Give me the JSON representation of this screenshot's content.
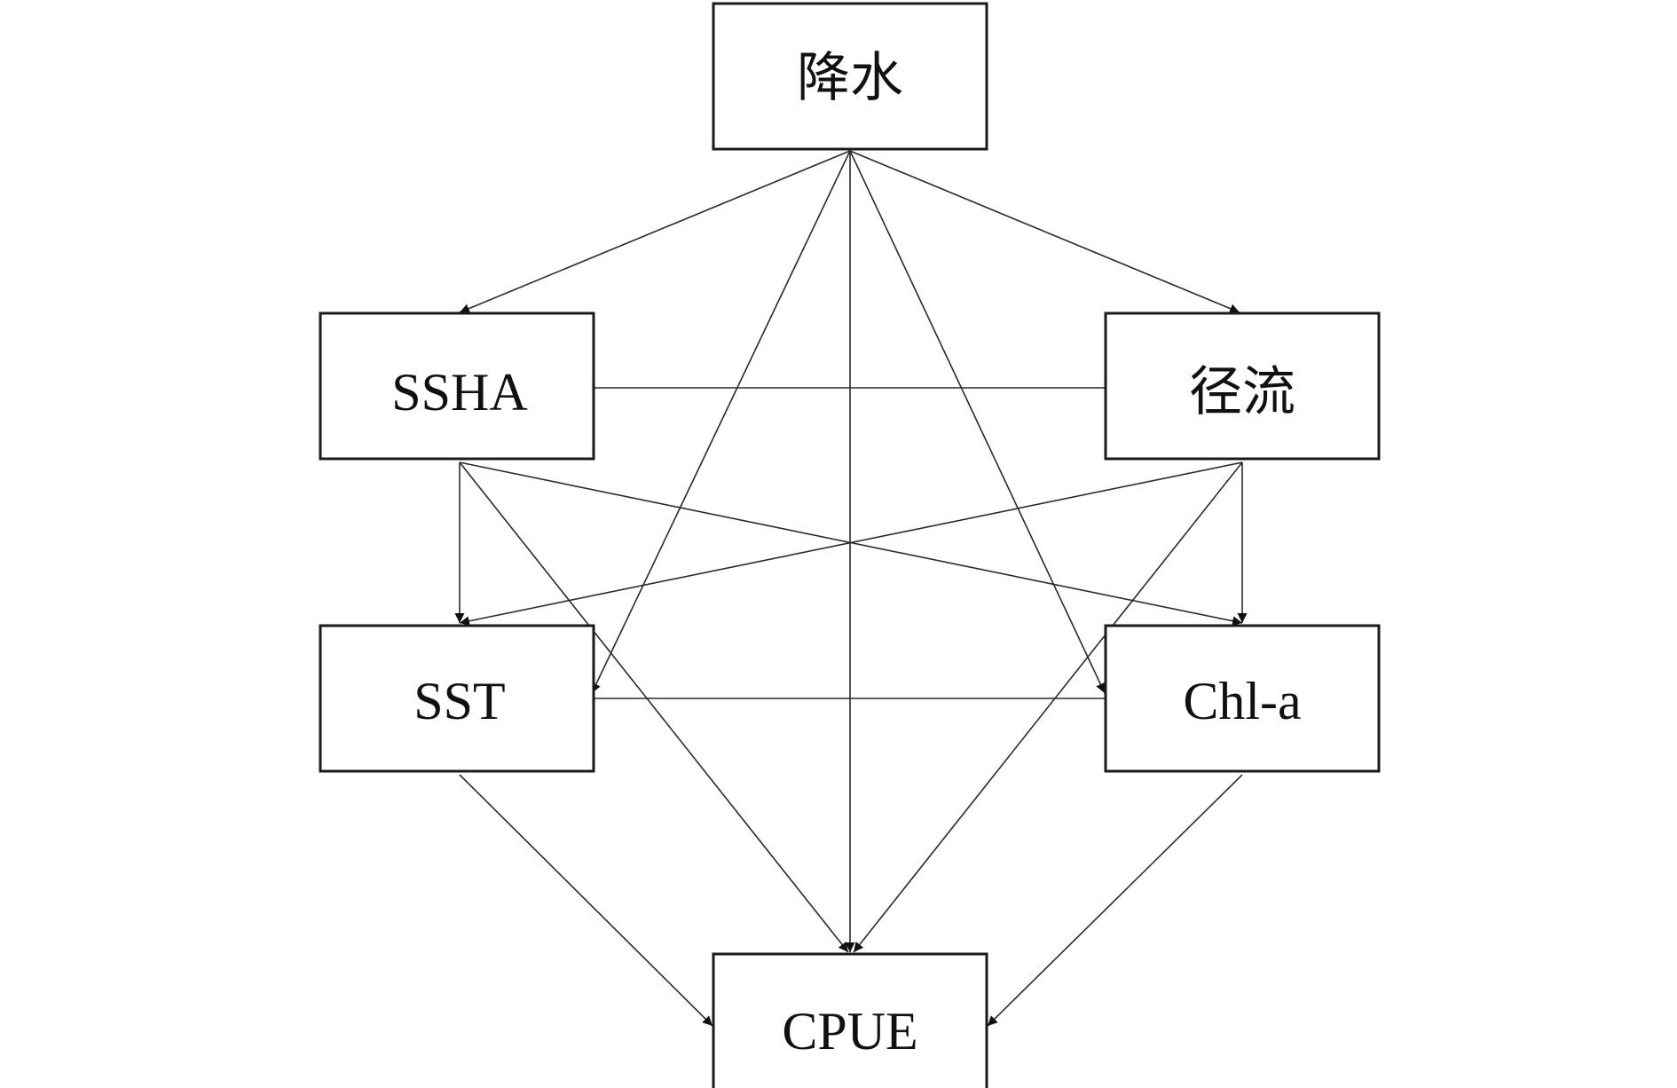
{
  "diagram": {
    "nodes": [
      {
        "id": "precip",
        "label": "降水"
      },
      {
        "id": "ssha",
        "label": "SSHA"
      },
      {
        "id": "runoff",
        "label": "径流"
      },
      {
        "id": "sst",
        "label": "SST"
      },
      {
        "id": "chla",
        "label": "Chl-a"
      },
      {
        "id": "cpue",
        "label": "CPUE"
      }
    ],
    "edges": [
      {
        "from": "precip",
        "to": "ssha",
        "directed": true
      },
      {
        "from": "precip",
        "to": "runoff",
        "directed": true
      },
      {
        "from": "precip",
        "to": "sst",
        "directed": true
      },
      {
        "from": "precip",
        "to": "chla",
        "directed": true
      },
      {
        "from": "precip",
        "to": "cpue",
        "directed": true
      },
      {
        "from": "ssha",
        "to": "runoff",
        "directed": false
      },
      {
        "from": "ssha",
        "to": "sst",
        "directed": true
      },
      {
        "from": "ssha",
        "to": "chla",
        "directed": true
      },
      {
        "from": "ssha",
        "to": "cpue",
        "directed": true
      },
      {
        "from": "runoff",
        "to": "sst",
        "directed": true
      },
      {
        "from": "runoff",
        "to": "chla",
        "directed": true
      },
      {
        "from": "runoff",
        "to": "cpue",
        "directed": true
      },
      {
        "from": "sst",
        "to": "chla",
        "directed": false
      },
      {
        "from": "sst",
        "to": "cpue",
        "directed": true
      },
      {
        "from": "chla",
        "to": "cpue",
        "directed": true
      }
    ]
  }
}
